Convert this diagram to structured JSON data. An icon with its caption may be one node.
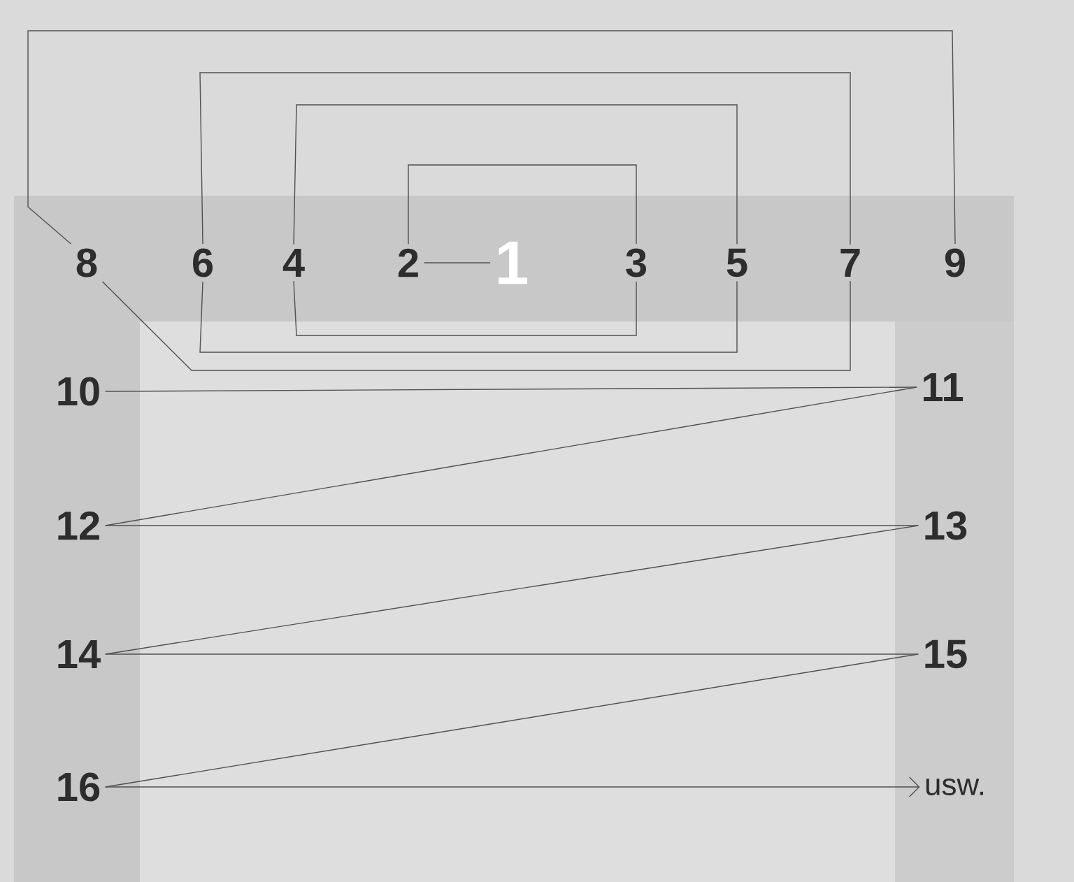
{
  "diagram": {
    "nodes": [
      {
        "text": [
          "1"
        ]
      },
      {
        "text": [
          "2"
        ]
      },
      {
        "text": [
          "3"
        ]
      },
      {
        "text": [
          "4"
        ]
      },
      {
        "text": [
          "5"
        ]
      },
      {
        "text": [
          "6"
        ]
      },
      {
        "text": [
          "7"
        ]
      },
      {
        "text": [
          "8"
        ]
      },
      {
        "text": [
          "9"
        ]
      },
      {
        "text": [
          "10"
        ]
      },
      {
        "text": [
          "11"
        ]
      },
      {
        "text": [
          "12"
        ]
      },
      {
        "text": [
          "13"
        ]
      },
      {
        "text": [
          "14"
        ]
      },
      {
        "text": [
          "15"
        ]
      },
      {
        "text": [
          "16"
        ]
      },
      {
        "text": [
          "usw."
        ]
      }
    ],
    "edges": [
      {
        "from": 0,
        "to": 1,
        "arrow": "none"
      },
      {
        "from": 1,
        "to": 2,
        "arrow": "none"
      },
      {
        "from": 2,
        "to": 3,
        "arrow": "none"
      },
      {
        "from": 3,
        "to": 4,
        "arrow": "none"
      },
      {
        "from": 4,
        "to": 5,
        "arrow": "none"
      },
      {
        "from": 5,
        "to": 6,
        "arrow": "none"
      },
      {
        "from": 6,
        "to": 7,
        "arrow": "none"
      },
      {
        "from": 7,
        "to": 8,
        "arrow": "none"
      },
      {
        "from": 9,
        "to": 10,
        "arrow": "none"
      },
      {
        "from": 10,
        "to": 11,
        "arrow": "none"
      },
      {
        "from": 11,
        "to": 12,
        "arrow": "none"
      },
      {
        "from": 12,
        "to": 13,
        "arrow": "none"
      },
      {
        "from": 13,
        "to": 14,
        "arrow": "none"
      },
      {
        "from": 14,
        "to": 15,
        "arrow": "none"
      },
      {
        "from": 15,
        "to": 16,
        "arrow": "to"
      }
    ]
  }
}
